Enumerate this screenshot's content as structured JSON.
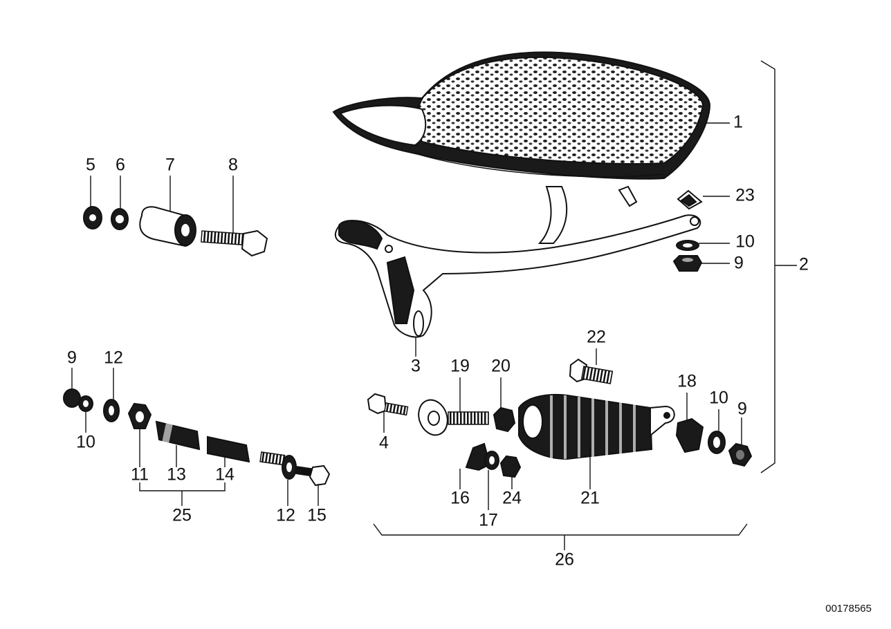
{
  "diagram": {
    "reference_number": "00178565",
    "callouts": [
      {
        "id": "c1",
        "text": "1"
      },
      {
        "id": "c2",
        "text": "2"
      },
      {
        "id": "c3",
        "text": "3"
      },
      {
        "id": "c4",
        "text": "4"
      },
      {
        "id": "c5",
        "text": "5"
      },
      {
        "id": "c6",
        "text": "6"
      },
      {
        "id": "c7",
        "text": "7"
      },
      {
        "id": "c8",
        "text": "8"
      },
      {
        "id": "c9a",
        "text": "9"
      },
      {
        "id": "c9b",
        "text": "9"
      },
      {
        "id": "c9c",
        "text": "9"
      },
      {
        "id": "c10a",
        "text": "10"
      },
      {
        "id": "c10b",
        "text": "10"
      },
      {
        "id": "c10c",
        "text": "10"
      },
      {
        "id": "c11",
        "text": "11"
      },
      {
        "id": "c12a",
        "text": "12"
      },
      {
        "id": "c12b",
        "text": "12"
      },
      {
        "id": "c13",
        "text": "13"
      },
      {
        "id": "c14",
        "text": "14"
      },
      {
        "id": "c15",
        "text": "15"
      },
      {
        "id": "c16",
        "text": "16"
      },
      {
        "id": "c17",
        "text": "17"
      },
      {
        "id": "c18",
        "text": "18"
      },
      {
        "id": "c19",
        "text": "19"
      },
      {
        "id": "c20",
        "text": "20"
      },
      {
        "id": "c21",
        "text": "21"
      },
      {
        "id": "c22",
        "text": "22"
      },
      {
        "id": "c23",
        "text": "23"
      },
      {
        "id": "c24",
        "text": "24"
      },
      {
        "id": "c25",
        "text": "25"
      },
      {
        "id": "c26",
        "text": "26"
      }
    ]
  }
}
